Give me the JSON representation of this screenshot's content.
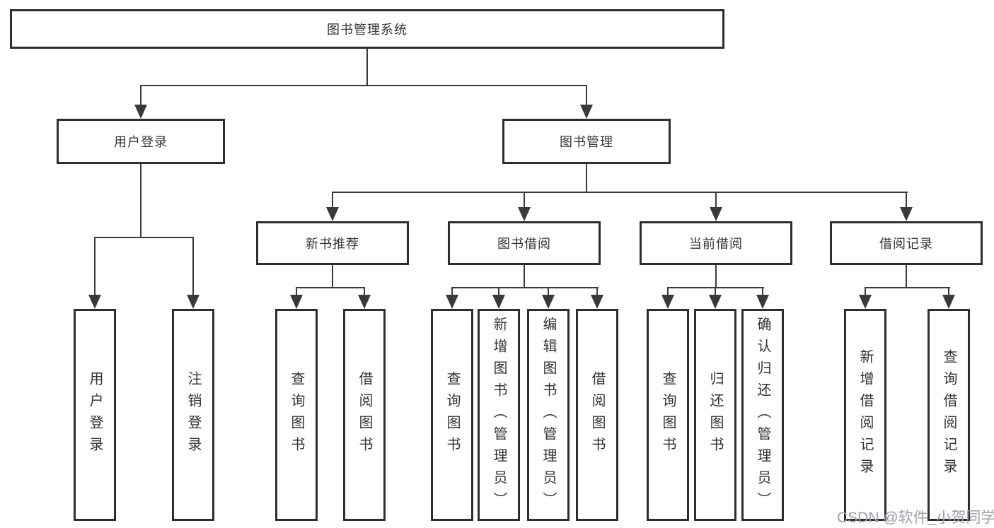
{
  "tree": {
    "root": "图书管理系统",
    "children": [
      {
        "label": "用户登录",
        "children": [
          "用户登录",
          "注销登录"
        ]
      },
      {
        "label": "图书管理",
        "children": [
          {
            "label": "新书推荐",
            "children": [
              "查询图书",
              "借阅图书"
            ]
          },
          {
            "label": "图书借阅",
            "children": [
              "查询图书",
              "新增图书（管理员）",
              "编辑图书（管理员）",
              "借阅图书"
            ]
          },
          {
            "label": "当前借阅",
            "children": [
              "查询图书",
              "归还图书",
              "确认归还（管理员）"
            ]
          },
          {
            "label": "借阅记录",
            "children": [
              "新增借阅记录",
              "查询借阅记录"
            ]
          }
        ]
      }
    ]
  },
  "watermark": "CSDN @软件_小贺同学",
  "colors": {
    "line": "#3a3a3a",
    "box_border": "#2e2e2e",
    "text": "#333333",
    "watermark_text": "#9ba0a8",
    "background": "#ffffff"
  }
}
